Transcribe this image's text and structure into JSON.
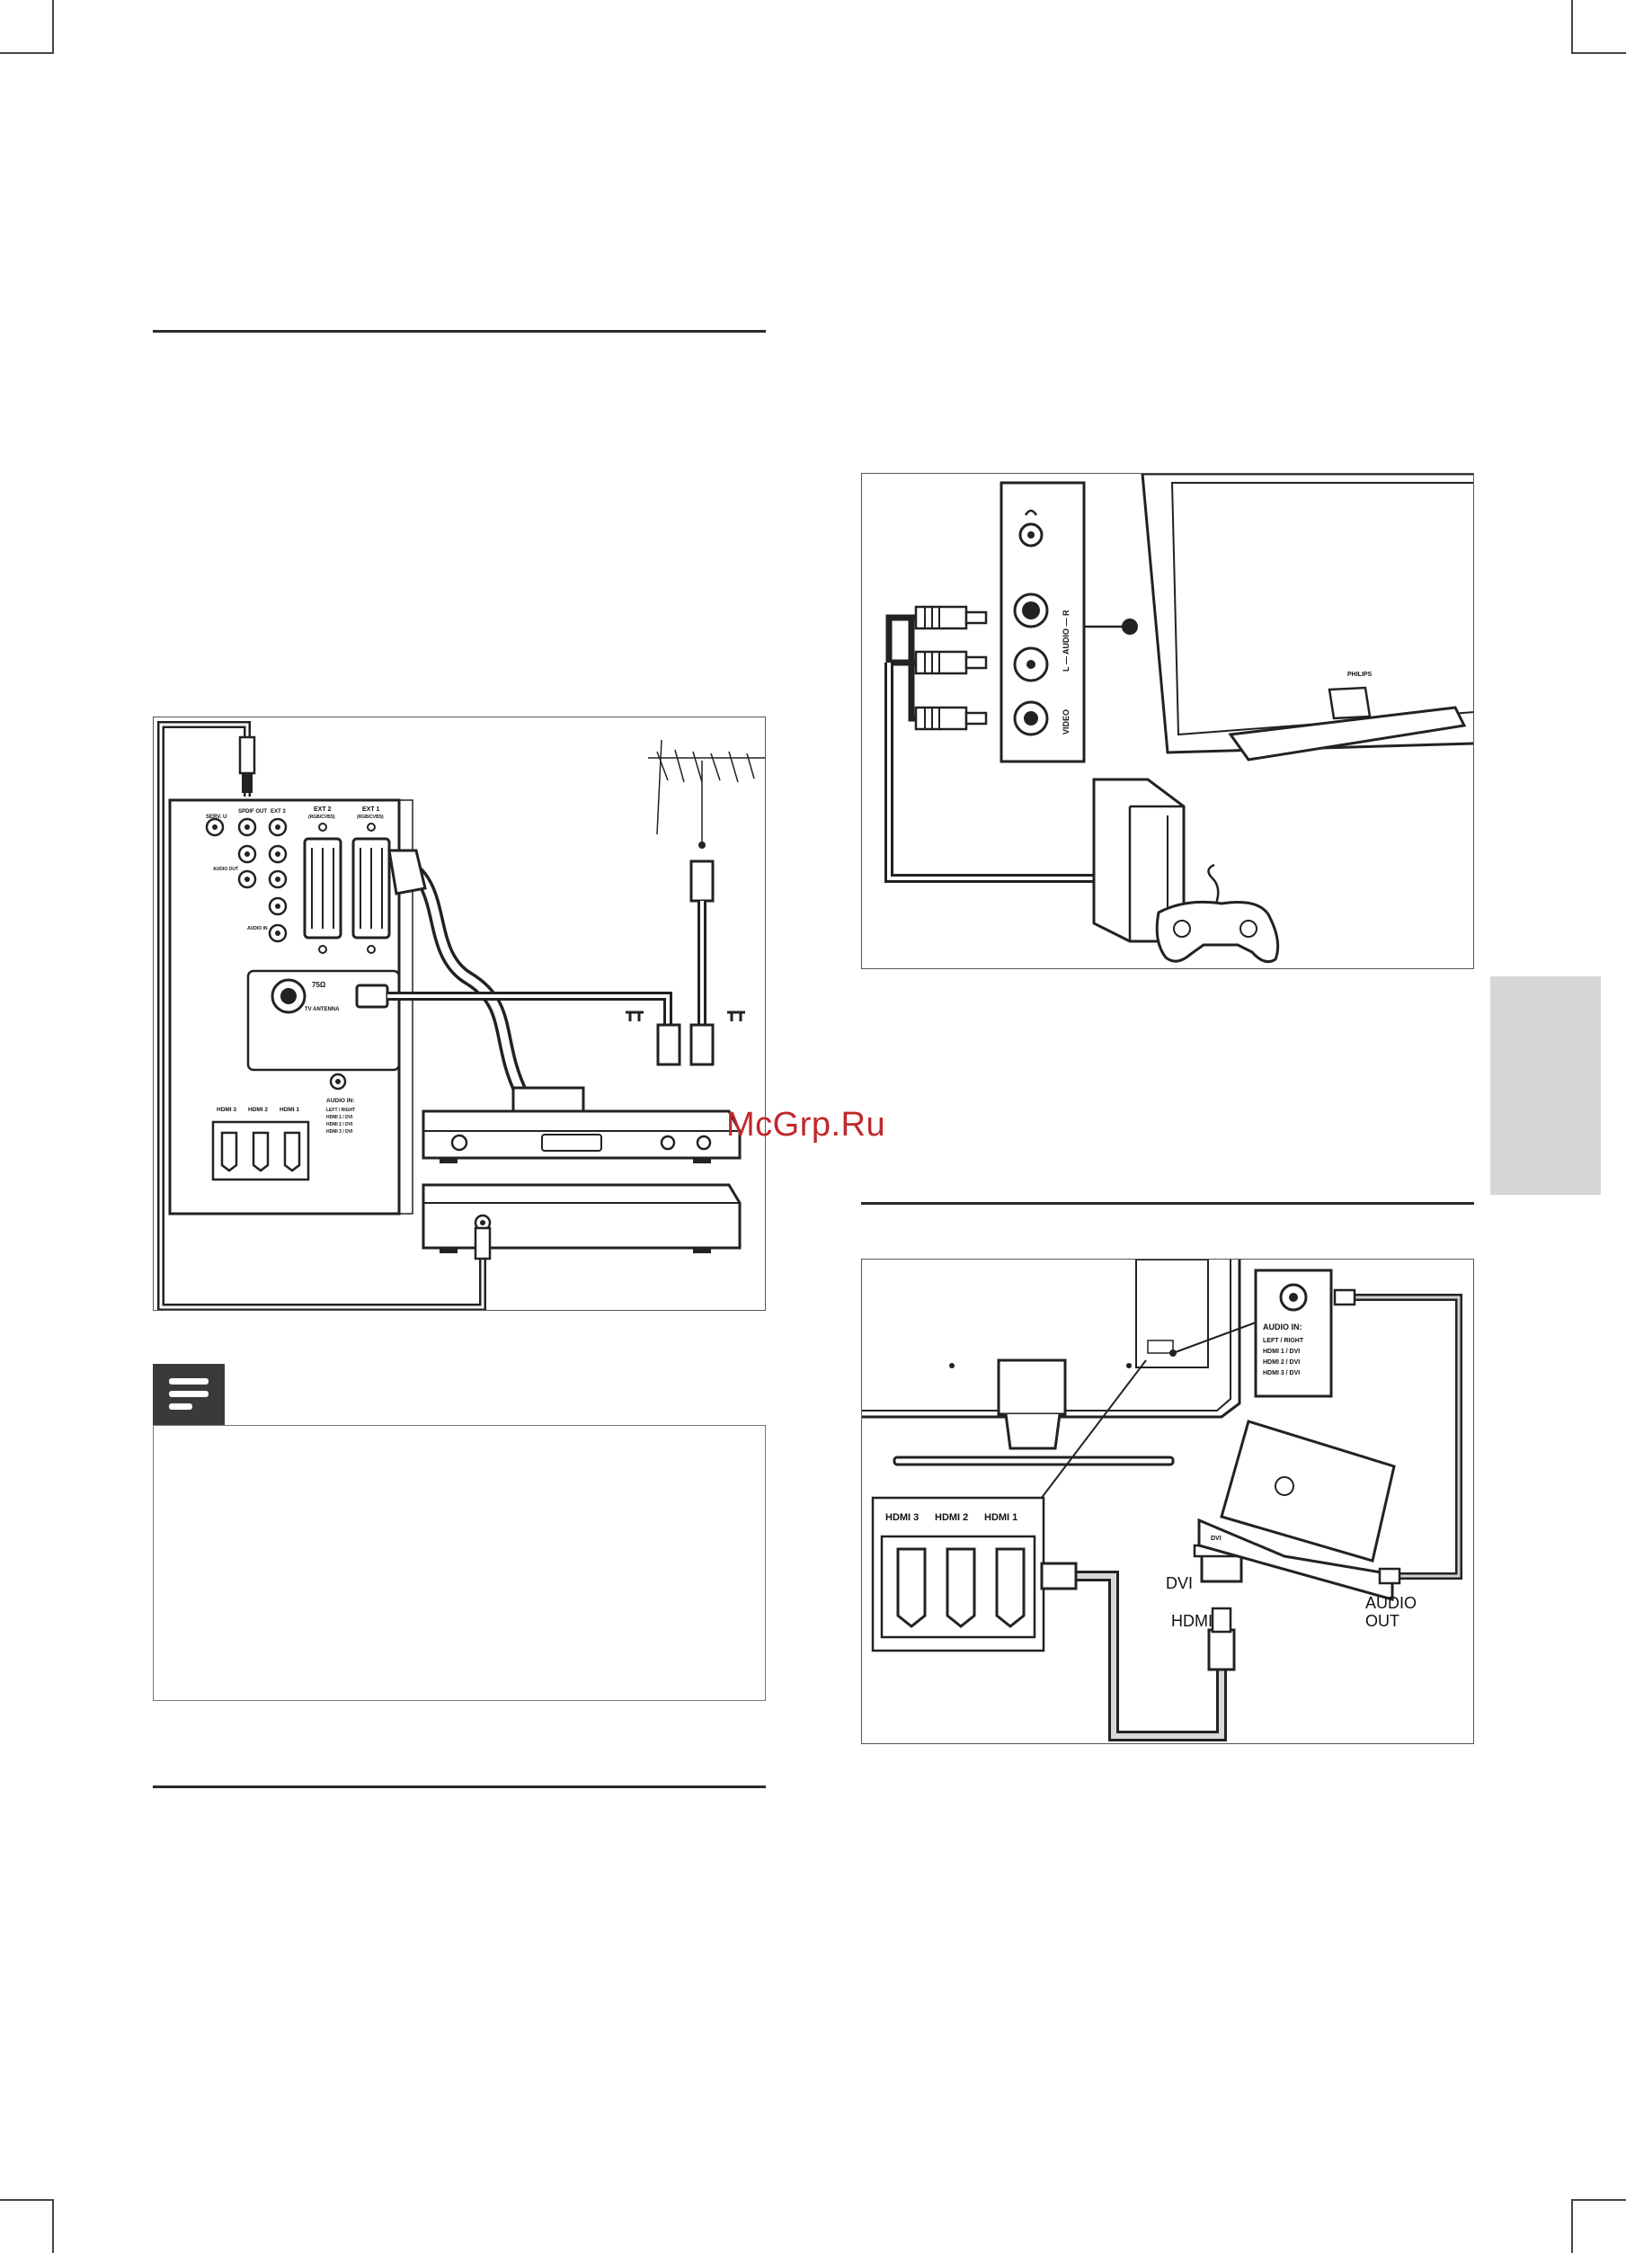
{
  "watermark": "McGrp.Ru",
  "figure_scart": {
    "labels": {
      "sercv": "SERV. U",
      "spdif": "SPDIF OUT",
      "ext3": "EXT 3",
      "ext2": "EXT 2",
      "ext2_sub": "(RGB/CVBS)",
      "ext1": "EXT 1",
      "ext1_sub": "(RGB/CVBS)",
      "audio_out": "AUDIO OUT",
      "audio_in_small": "AUDIO IN",
      "antenna_ohm": "75Ω",
      "antenna": "TV ANTENNA",
      "audio_in": "AUDIO IN:",
      "audio_in_lines": [
        "LEFT / RIGHT",
        "HDMI 1 / DVI",
        "HDMI 2 / DVI",
        "HDMI 3 / DVI"
      ],
      "hdmi3": "HDMI 3",
      "hdmi2": "HDMI 2",
      "hdmi1": "HDMI 1"
    }
  },
  "figure_game": {
    "labels": {
      "audio": "L — AUDIO — R",
      "video": "VIDEO",
      "brand": "PHILIPS"
    }
  },
  "figure_pc": {
    "labels": {
      "audio_in": "AUDIO IN:",
      "audio_in_lines": [
        "LEFT / RIGHT",
        "HDMI 1 / DVI",
        "HDMI 2 / DVI",
        "HDMI 3 / DVI"
      ],
      "hdmi3": "HDMI 3",
      "hdmi2": "HDMI 2",
      "hdmi1": "HDMI 1",
      "dvi": "DVI",
      "dvi_small": "DVI",
      "hdmi": "HDMI",
      "audio_out_1": "AUDIO",
      "audio_out_2": "OUT"
    }
  }
}
